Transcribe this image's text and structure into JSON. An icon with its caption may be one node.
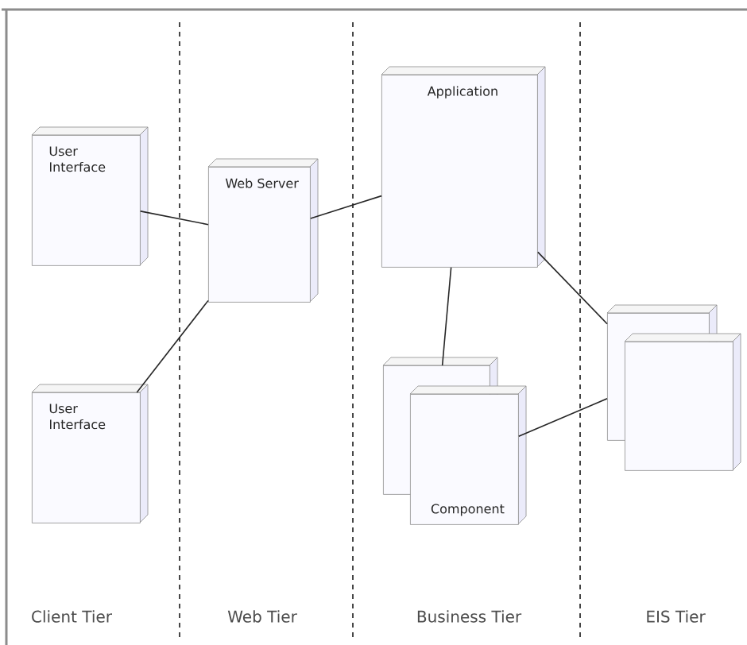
{
  "diagram": {
    "nodes": [
      {
        "text": [
          "User Interface"
        ]
      },
      {
        "text": [
          "User Interface"
        ]
      },
      {
        "text": [
          "Web Server"
        ]
      },
      {
        "text": [
          "Application"
        ]
      },
      {
        "text": [],
        "shape": "box"
      },
      {
        "text": [
          "Component"
        ]
      },
      {
        "text": [],
        "shape": "box"
      },
      {
        "text": [],
        "shape": "box"
      }
    ],
    "edges": [
      {
        "from": 0,
        "to": 2,
        "arrow": "none"
      },
      {
        "from": 1,
        "to": 2,
        "arrow": "none"
      },
      {
        "from": 2,
        "to": 3,
        "arrow": "none"
      },
      {
        "from": 3,
        "to": 4,
        "arrow": "none"
      },
      {
        "from": 3,
        "to": 6,
        "arrow": "none"
      },
      {
        "from": 5,
        "to": 6,
        "arrow": "none"
      }
    ],
    "labels": [
      "Client Tier",
      "Web Tier",
      "Business Tier",
      "EIS Tier"
    ]
  }
}
